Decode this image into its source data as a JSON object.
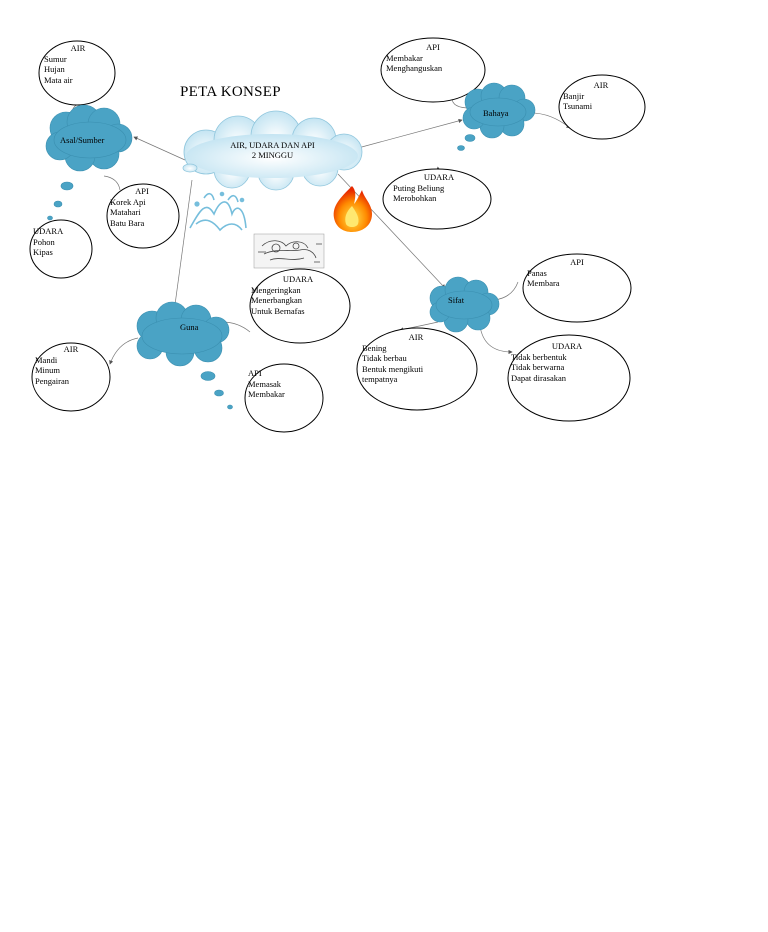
{
  "title": "PETA KONSEP",
  "center": {
    "line1": "AIR, UDARA DAN  API",
    "line2": "2 MINGGU"
  },
  "categories": {
    "asal": "Asal/Sumber",
    "bahaya": "Bahaya",
    "guna": "Guna",
    "sifat": "Sifat"
  },
  "nodes": {
    "asal_air": {
      "heading": "AIR",
      "items": [
        "Sumur",
        "Hujan",
        "Mata air"
      ]
    },
    "asal_api": {
      "heading": "API",
      "items": [
        "Korek  Api",
        "Matahari",
        "Batu Bara"
      ]
    },
    "asal_udara": {
      "heading": "UDARA",
      "items": [
        "Pohon",
        "Kipas"
      ]
    },
    "bahaya_api": {
      "heading": "API",
      "items": [
        "Membakar",
        "Menghanguskan"
      ]
    },
    "bahaya_air": {
      "heading": "AIR",
      "items": [
        "Banjir",
        "Tsunami"
      ]
    },
    "bahaya_udara": {
      "heading": "UDARA",
      "items": [
        "Puting Beliung",
        "Merobohkan"
      ]
    },
    "guna_udara": {
      "heading": "UDARA",
      "items": [
        "Mengeringkan",
        "Menerbangkan",
        "Untuk Bernafas"
      ]
    },
    "guna_air": {
      "heading": "AIR",
      "items": [
        "Mandi",
        "Minum",
        "Pengairan"
      ]
    },
    "guna_api": {
      "heading": "API",
      "items": [
        "Memasak",
        "Membakar"
      ]
    },
    "sifat_api": {
      "heading": "API",
      "items": [
        "Panas",
        "Membara"
      ]
    },
    "sifat_air": {
      "heading": "AIR",
      "items": [
        "Bening",
        "Tidak berbau",
        "Bentuk mengikuti",
        "tempatnya"
      ]
    },
    "sifat_udara": {
      "heading": "UDARA",
      "items": [
        "Tidak berbentuk",
        "Tidak berwarna",
        "Dapat dirasakan"
      ]
    }
  },
  "colors": {
    "cloud": "#4aa3c5",
    "center_cloud": "#d3ecf6",
    "outline": "#000000",
    "line": "#666666"
  },
  "icons": [
    "water-splash-icon",
    "fire-icon",
    "wind-icon"
  ]
}
